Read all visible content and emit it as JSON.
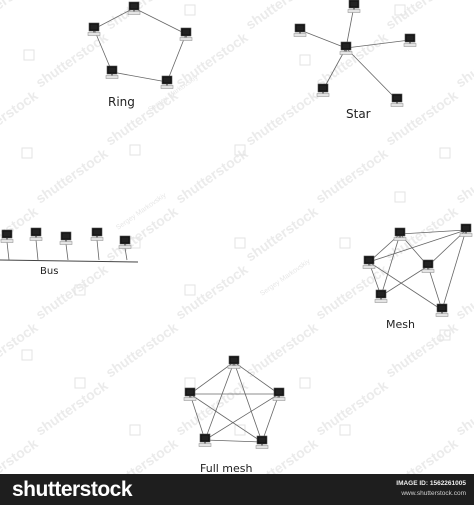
{
  "diagrams": {
    "ring": {
      "label": "Ring"
    },
    "star": {
      "label": "Star"
    },
    "bus": {
      "label": "Bus"
    },
    "mesh": {
      "label": "Mesh"
    },
    "full_mesh": {
      "label": "Full mesh"
    }
  },
  "watermark": {
    "text": "shutterstock",
    "author": "Sergey Markovskiy"
  },
  "footer": {
    "brand": "shutterstock",
    "image_id": "IMAGE ID: 1562261005",
    "site": "www.shutterstock.com"
  }
}
